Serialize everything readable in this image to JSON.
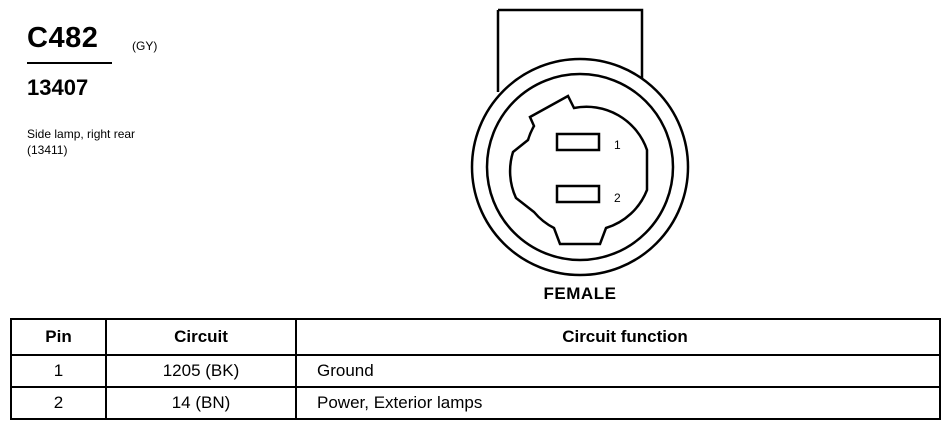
{
  "connector": {
    "code": "C482",
    "color": "(GY)",
    "part_number": "13407",
    "description_line1": "Side lamp, right rear",
    "description_line2": "(13411)",
    "pin_labels": [
      "1",
      "2"
    ],
    "gender": "FEMALE"
  },
  "table": {
    "headers": {
      "pin": "Pin",
      "circuit": "Circuit",
      "function": "Circuit function"
    },
    "rows": [
      {
        "pin": "1",
        "circuit": "1205 (BK)",
        "function": "Ground"
      },
      {
        "pin": "2",
        "circuit": "14 (BN)",
        "function": "Power, Exterior lamps"
      }
    ]
  }
}
